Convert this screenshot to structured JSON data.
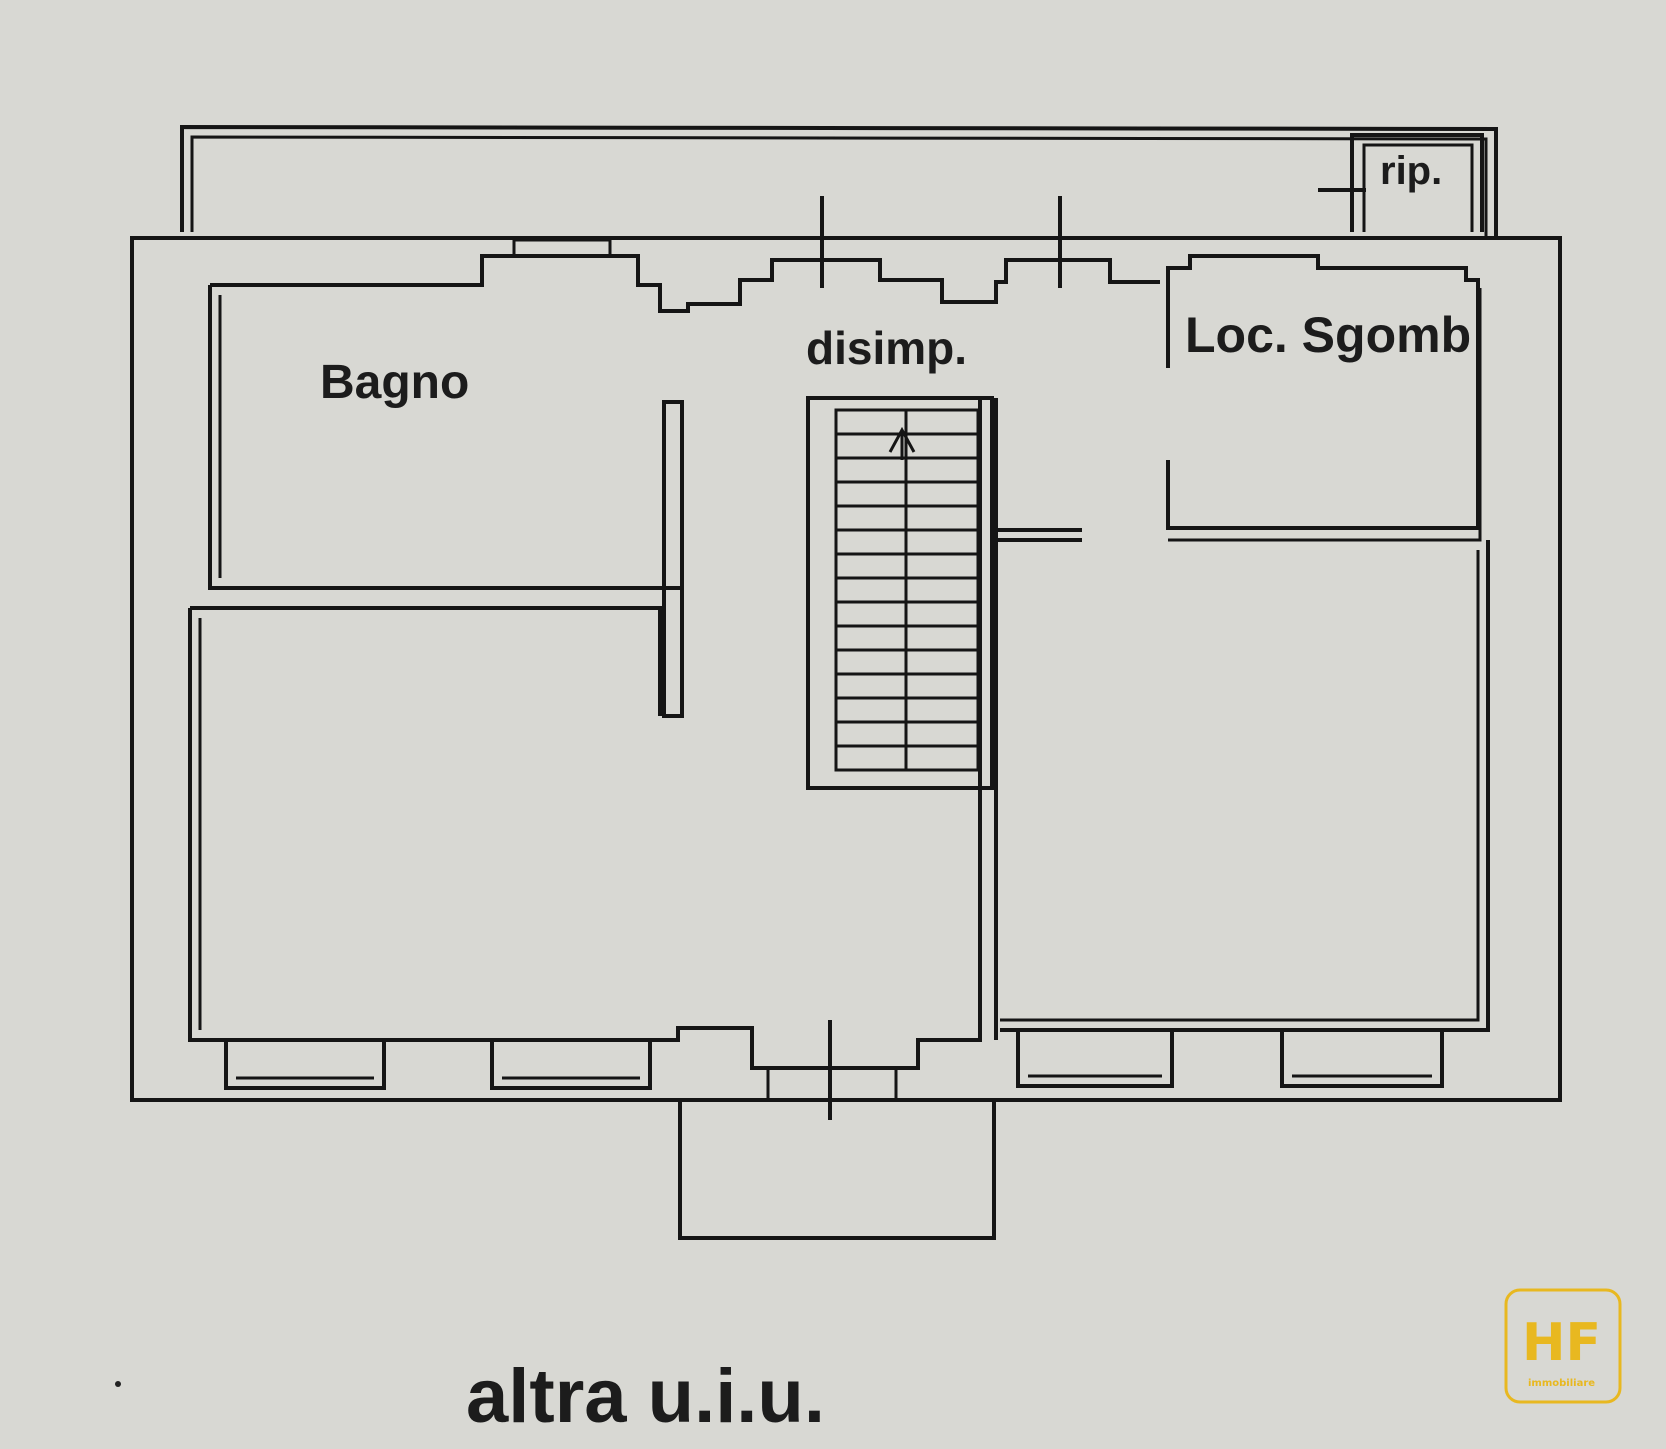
{
  "plan": {
    "rooms": {
      "ripostiglio": "rip.",
      "locale_sgombero": "Loc. Sgomb",
      "disimpegno": "disimp.",
      "bagno": "Bagno"
    },
    "caption": "altra u.i.u."
  },
  "logo": {
    "mark": "HF",
    "subtitle": "immobiliare"
  },
  "colors": {
    "paper": "#d8d8d3",
    "ink": "#151515",
    "logo": "#e8b820"
  }
}
